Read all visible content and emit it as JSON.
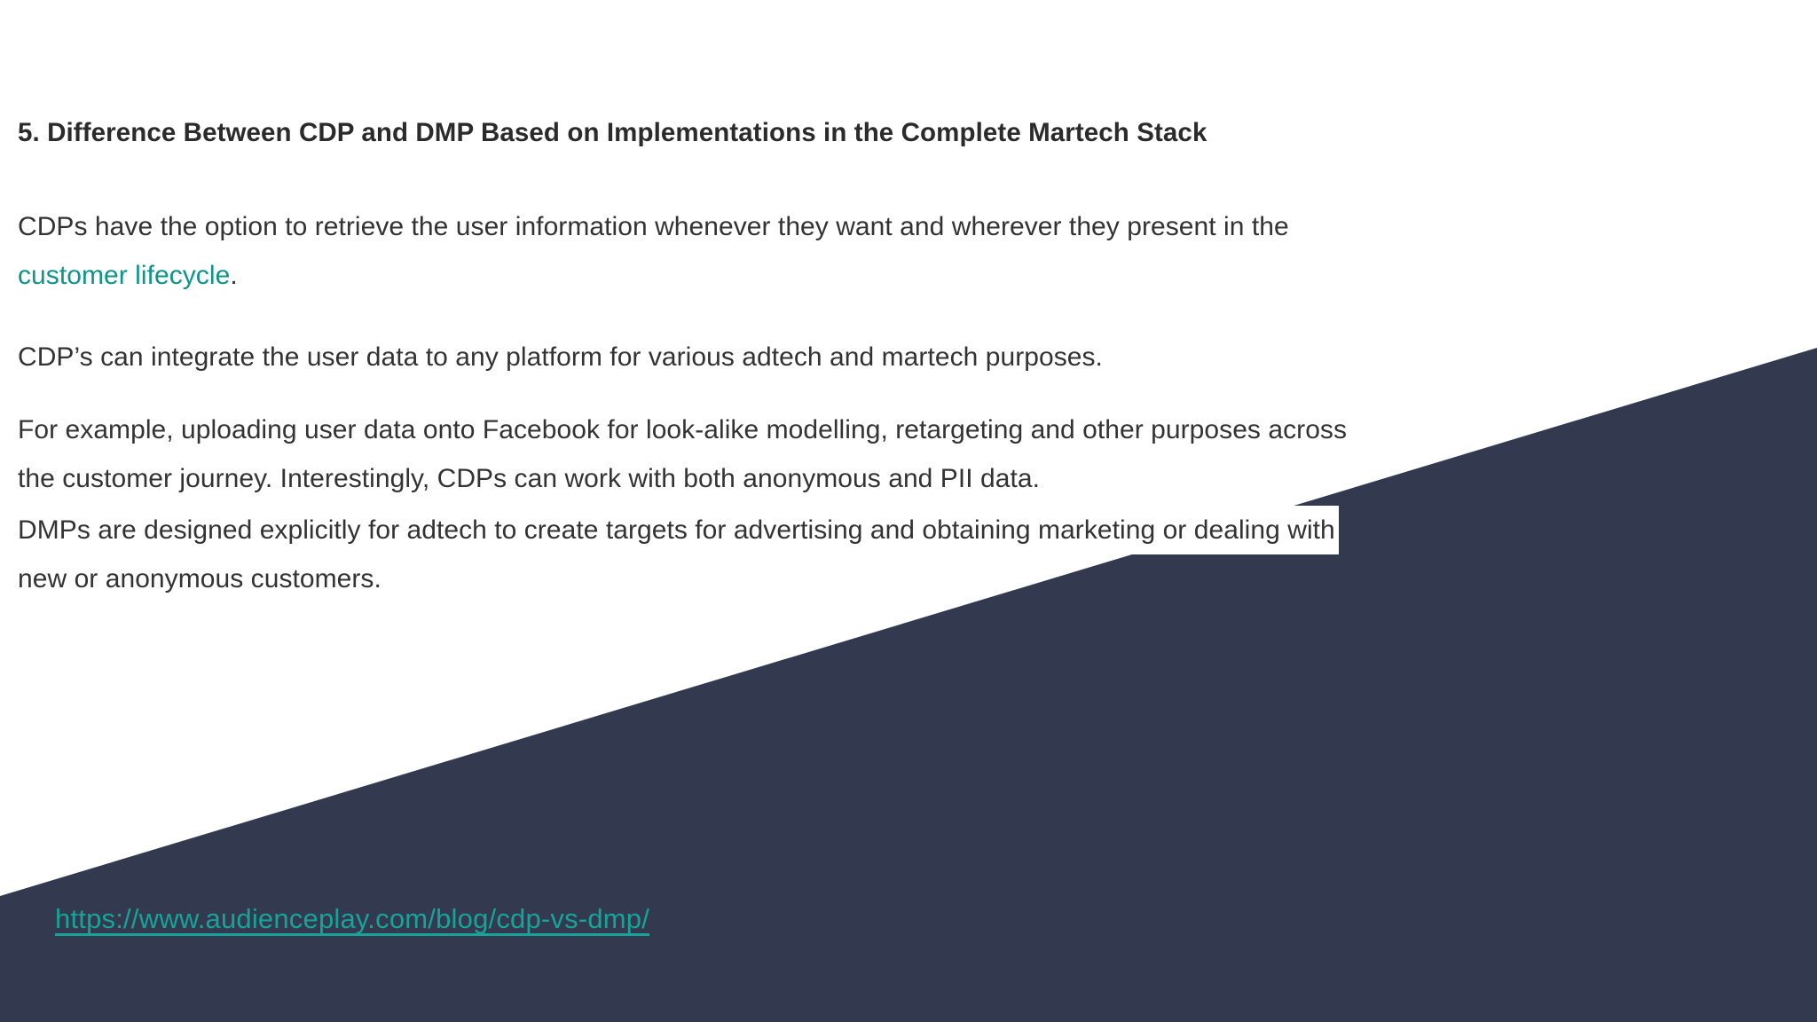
{
  "slide": {
    "background_color": "#ffffff",
    "accent_navy": "#333a4f",
    "accent_teal": "#0f9488",
    "link_teal": "#17a398",
    "title": "5. Difference Between CDP and DMP Based on Implementations in the Complete Martech Stack"
  },
  "paragraphs": {
    "p1": {
      "line1": "CDPs have the option to retrieve the user information whenever they want and wherever they present in the",
      "link_text": "customer lifecycle",
      "line2_tail": "."
    },
    "p2": {
      "line1": "CDP’s can integrate the user data to any platform for various adtech and martech purposes."
    },
    "p3": {
      "line1": "For example, uploading user data onto Facebook for look-alike modelling, retargeting and other purposes across",
      "line2": "the customer journey. Interestingly, CDPs can work with both anonymous and PII data."
    },
    "p4": {
      "line1": "DMPs are designed explicitly for adtech to create targets for advertising and obtaining marketing or dealing with",
      "line2": "new or anonymous customers."
    }
  },
  "footer": {
    "source_url": "https://www.audienceplay.com/blog/cdp-vs-dmp/"
  }
}
